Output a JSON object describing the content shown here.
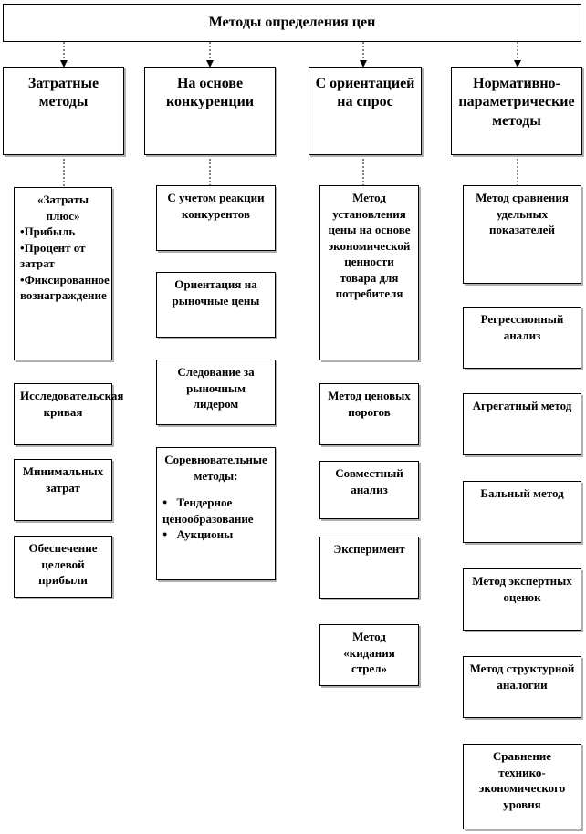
{
  "title": "Методы определения цен",
  "columns": [
    {
      "header": "Затратные методы",
      "items": [
        {
          "kind": "bullets",
          "head": "«Затраты плюс»",
          "bullets": [
            "Прибыль",
            "Процент от затрат",
            "Фиксированное вознаграждение"
          ]
        },
        {
          "kind": "text",
          "text": "Исследовательская кривая"
        },
        {
          "kind": "text",
          "text": "Минимальных затрат"
        },
        {
          "kind": "text",
          "text": "Обеспечение целевой прибыли"
        }
      ]
    },
    {
      "header": "На основе конкуренции",
      "items": [
        {
          "kind": "text",
          "text": "С учетом реакции конкурентов"
        },
        {
          "kind": "text",
          "text": "Ориентация на рыночные цены"
        },
        {
          "kind": "text",
          "text": "Следование за рыночным лидером"
        },
        {
          "kind": "list",
          "head": "Соревновательные методы:",
          "bullets": [
            "Тендерное ценообразование",
            "Аукционы"
          ]
        }
      ]
    },
    {
      "header": "С ориентацией на спрос",
      "items": [
        {
          "kind": "text",
          "text": "Метод установления цены на основе экономической ценности товара для потребителя"
        },
        {
          "kind": "text",
          "text": "Метод ценовых порогов"
        },
        {
          "kind": "text",
          "text": "Совместный анализ"
        },
        {
          "kind": "text",
          "text": "Эксперимент"
        },
        {
          "kind": "text",
          "text": "Метод «кидания стрел»"
        }
      ]
    },
    {
      "header": "Нормативно-параметрические методы",
      "items": [
        {
          "kind": "text",
          "text": "Метод сравнения удельных показателей"
        },
        {
          "kind": "text",
          "text": "Регрессионный анализ"
        },
        {
          "kind": "text",
          "text": "Агрегатный метод"
        },
        {
          "kind": "text",
          "text": "Бальный метод"
        },
        {
          "kind": "text",
          "text": "Метод экспертных оценок"
        },
        {
          "kind": "text",
          "text": "Метод структурной аналогии"
        },
        {
          "kind": "text",
          "text": "Сравнение технико-экономического уровня"
        }
      ]
    }
  ]
}
